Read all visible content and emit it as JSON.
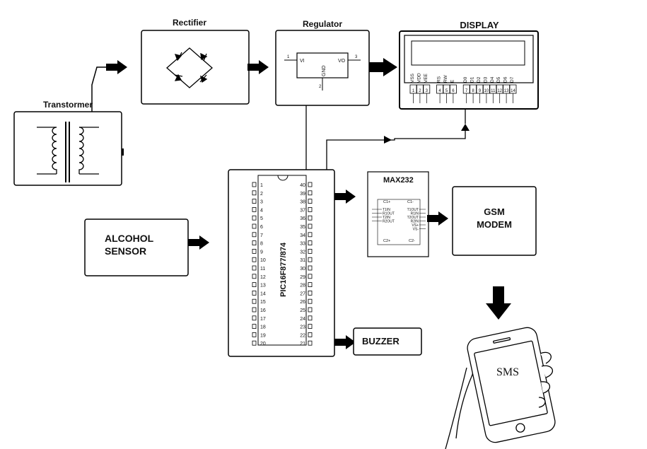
{
  "blocks": {
    "transformer": "Transtormer",
    "rectifier": "Rectifier",
    "regulator": "Regulator",
    "display": "DISPLAY",
    "alcohol_sensor": [
      "ALCOHOL",
      "SENSOR"
    ],
    "mcu": "PIC16F877/874",
    "max232": "MAX232",
    "gsm_modem": [
      "GSM",
      "MODEM"
    ],
    "buzzer": "BUZZER",
    "sms": "SMS"
  },
  "regulator_pins": {
    "vi": "VI",
    "vo": "VO",
    "gnd": "GND",
    "pin_in": "1",
    "pin_out": "3",
    "pin_gnd": "2"
  },
  "display_pins": {
    "names": [
      "VSS",
      "VDD",
      "VEE",
      "",
      "RS",
      "RW",
      "E",
      "",
      "D0",
      "D1",
      "D2",
      "D3",
      "D4",
      "D5",
      "D6",
      "D7"
    ],
    "numbers": [
      "1",
      "2",
      "3",
      "",
      "4",
      "5",
      "6",
      "",
      "7",
      "8",
      "9",
      "10",
      "11",
      "12",
      "13",
      "14"
    ]
  },
  "mcu_pins": {
    "left": [
      "1",
      "2",
      "3",
      "4",
      "5",
      "6",
      "7",
      "8",
      "9",
      "10",
      "11",
      "12",
      "13",
      "14",
      "15",
      "16",
      "17",
      "18",
      "19",
      "20"
    ],
    "right": [
      "40",
      "39",
      "38",
      "37",
      "36",
      "35",
      "34",
      "33",
      "32",
      "31",
      "30",
      "29",
      "28",
      "27",
      "26",
      "25",
      "24",
      "23",
      "22",
      "21"
    ]
  },
  "max232_pins": {
    "top": [
      "C1+",
      "C1-"
    ],
    "left": [
      "T1IN",
      "R1OUT",
      "T2IN",
      "R2OUT"
    ],
    "right": [
      "T1OUT",
      "R1IN",
      "T2OUT",
      "R2IN",
      "VS+",
      "VS-"
    ],
    "bottom": [
      "C2+",
      "C2-"
    ]
  }
}
